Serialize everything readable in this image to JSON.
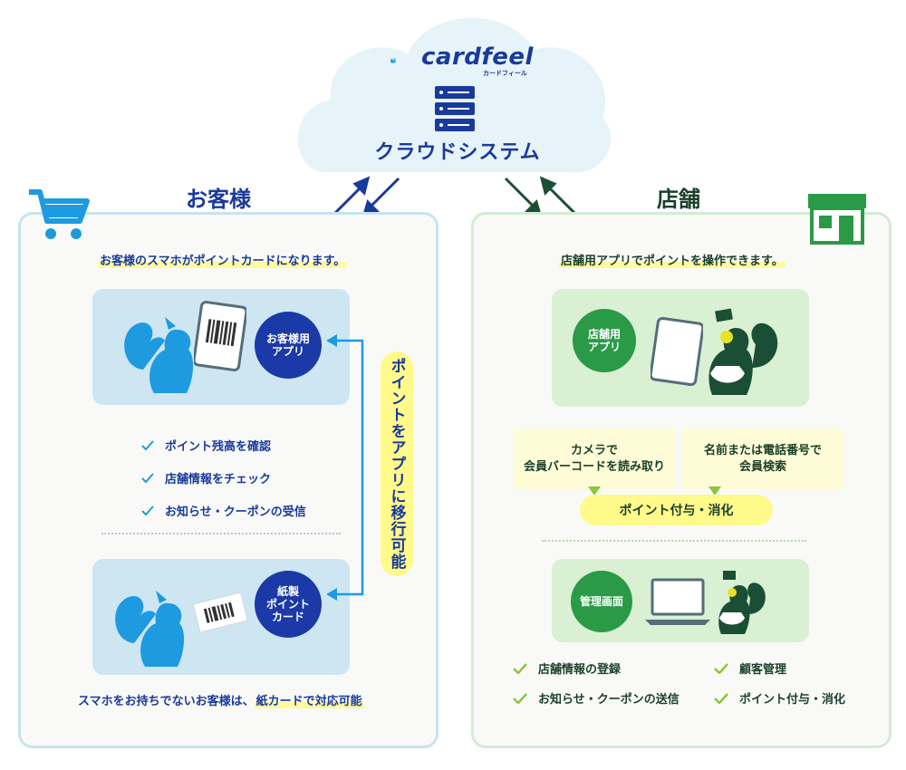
{
  "cloud": {
    "brand": "cardfeel",
    "brand_sub": "カードフィール",
    "title": "クラウドシステム"
  },
  "customer": {
    "title": "お客様",
    "subtitle": "お客様のスマホがポイントカードになります。",
    "app_bubble": "お客様用\nアプリ",
    "paper_bubble": "紙製\nポイント\nカード",
    "features": [
      "ポイント残高を確認",
      "店舗情報をチェック",
      "お知らせ・クーポンの受信"
    ],
    "note_prefix": "スマホをお持ちでないお客様は、",
    "note_highlight": "紙カードで対応可能",
    "migration_label": "ポイントをアプリに移行可能"
  },
  "store": {
    "title": "店舗",
    "subtitle": "店舗用アプリでポイントを操作できます。",
    "app_bubble": "店舗用\nアプリ",
    "method_camera": "カメラで\n会員バーコードを読み取り",
    "method_name": "名前または電話番号で\n会員検索",
    "points_pill": "ポイント付与・消化",
    "admin_bubble": "管理画面",
    "admin_features": [
      "店舗情報の登録",
      "お知らせ・クーポンの送信",
      "顧客管理",
      "ポイント付与・消化"
    ]
  },
  "colors": {
    "navy": "#1a3a9b",
    "blue_icon": "#1e9be0",
    "dark_green": "#1b3f2a",
    "green": "#2a9a47",
    "yellow": "#fffa8a",
    "cloud": "#e6f3f9"
  },
  "icons": [
    "cart-icon",
    "store-icon",
    "server-icon",
    "squirrel-icon",
    "tablet-icon",
    "laptop-icon",
    "check-icon"
  ]
}
